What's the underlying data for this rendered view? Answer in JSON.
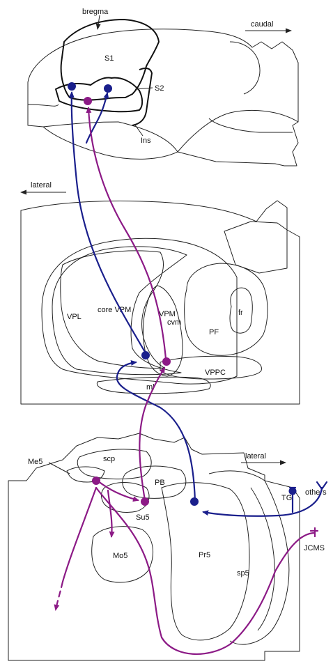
{
  "colors": {
    "blue": "#1a1f8c",
    "purple": "#8c1a86",
    "line": "#222222"
  },
  "brain": {
    "bregma": "bregma",
    "caudal": "caudal",
    "s1": "S1",
    "s2": "S2",
    "ins": "Ins"
  },
  "thalamus": {
    "lateral": "lateral",
    "vpl": "VPL",
    "core_vpm": "core VPM",
    "vpm": "VPM",
    "cvm": "cvm",
    "pf": "PF",
    "fr": "fr",
    "vppc": "VPPC",
    "ml": "ml"
  },
  "brainstem": {
    "lateral": "lateral",
    "me5": "Me5",
    "scp": "scp",
    "pb": "PB",
    "su5": "Su5",
    "mo5": "Mo5",
    "pr5": "Pr5",
    "sp5": "sp5",
    "tg": "TG",
    "others": "others",
    "jcms": "JCMS"
  }
}
